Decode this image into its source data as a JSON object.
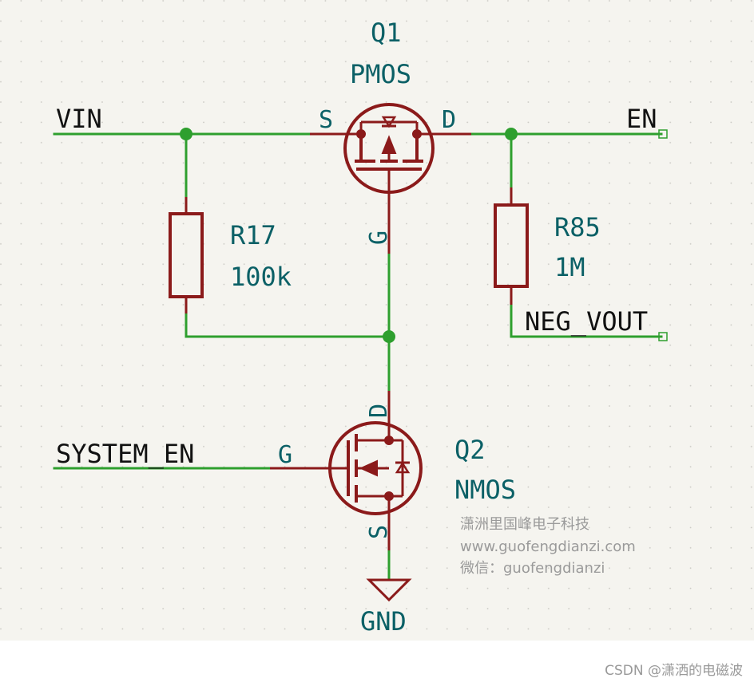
{
  "colors": {
    "wire": "#2e9f2e",
    "component": "#8b1a1a",
    "ref_text": "#0b6066",
    "net_text": "#111111",
    "sheet_bg": "#f5f4ef"
  },
  "nets": {
    "vin": "VIN",
    "en": "EN",
    "neg_vout": "NEG_VOUT",
    "system_en": "SYSTEM_EN"
  },
  "q1": {
    "ref": "Q1",
    "value": "PMOS",
    "pin_s": "S",
    "pin_d": "D",
    "pin_g": "G"
  },
  "q2": {
    "ref": "Q2",
    "value": "NMOS",
    "pin_d": "D",
    "pin_g": "G",
    "pin_s": "S"
  },
  "r17": {
    "ref": "R17",
    "value": "100k"
  },
  "r85": {
    "ref": "R85",
    "value": "1M"
  },
  "gnd": {
    "label": "GND"
  },
  "watermark": {
    "line1": "潇洲里国峰电子科技",
    "line2": "www.guofengdianzi.com",
    "line3": "微信：guofengdianzi"
  },
  "footer": {
    "csdn": "CSDN @潇洒的电磁波"
  }
}
